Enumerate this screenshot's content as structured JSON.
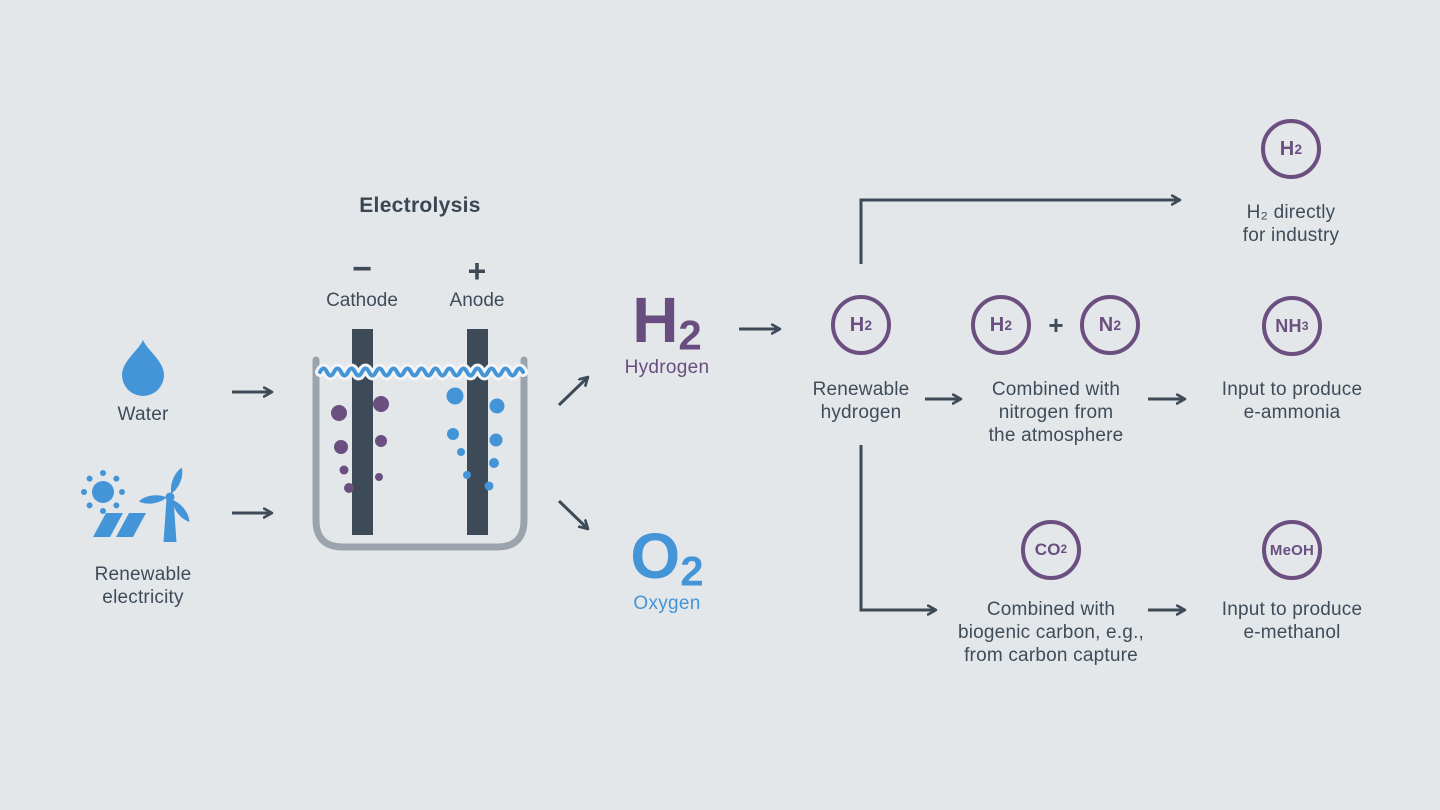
{
  "colors": {
    "background": "#e4e7ea",
    "slate_text": "#3f4c59",
    "purple": "#6a4f80",
    "blue": "#4495d8",
    "beaker_gray": "#9ba4ac"
  },
  "left": {
    "water": {
      "label": "Water"
    },
    "electricity": {
      "lines": [
        "Renewable",
        "electricity"
      ]
    }
  },
  "cell": {
    "title": "Electrolysis",
    "cathode_sign": "−",
    "cathode_label": "Cathode",
    "anode_sign": "+",
    "anode_label": "Anode"
  },
  "gases": {
    "hydrogen": {
      "main": "H",
      "sub": "2",
      "name": "Hydrogen"
    },
    "oxygen": {
      "main": "O",
      "sub": "2",
      "name": "Oxygen"
    }
  },
  "nodes": {
    "renewable_h2": {
      "formula_main": "H",
      "formula_sub": "2",
      "lines": [
        "Renewable",
        "hydrogen"
      ]
    },
    "h2_industry": {
      "formula_main": "H",
      "formula_sub": "2",
      "lines": [
        "H₂ directly",
        "for industry"
      ]
    },
    "h2_n2": {
      "first_main": "H",
      "first_sub": "2",
      "plus": "+",
      "second_main": "N",
      "second_sub": "2",
      "lines": [
        "Combined with",
        "nitrogen from",
        "the atmosphere"
      ]
    },
    "nh3": {
      "formula_main": "NH",
      "formula_sub": "3",
      "lines": [
        "Input to produce",
        "e-ammonia"
      ]
    },
    "co2": {
      "formula_main": "CO",
      "formula_sub": "2",
      "lines": [
        "Combined with",
        "biogenic carbon, e.g.,",
        "from carbon capture"
      ]
    },
    "meoh": {
      "formula_main": "MeOH",
      "formula_sub": "",
      "lines": [
        "Input to produce",
        "e-methanol"
      ]
    }
  }
}
